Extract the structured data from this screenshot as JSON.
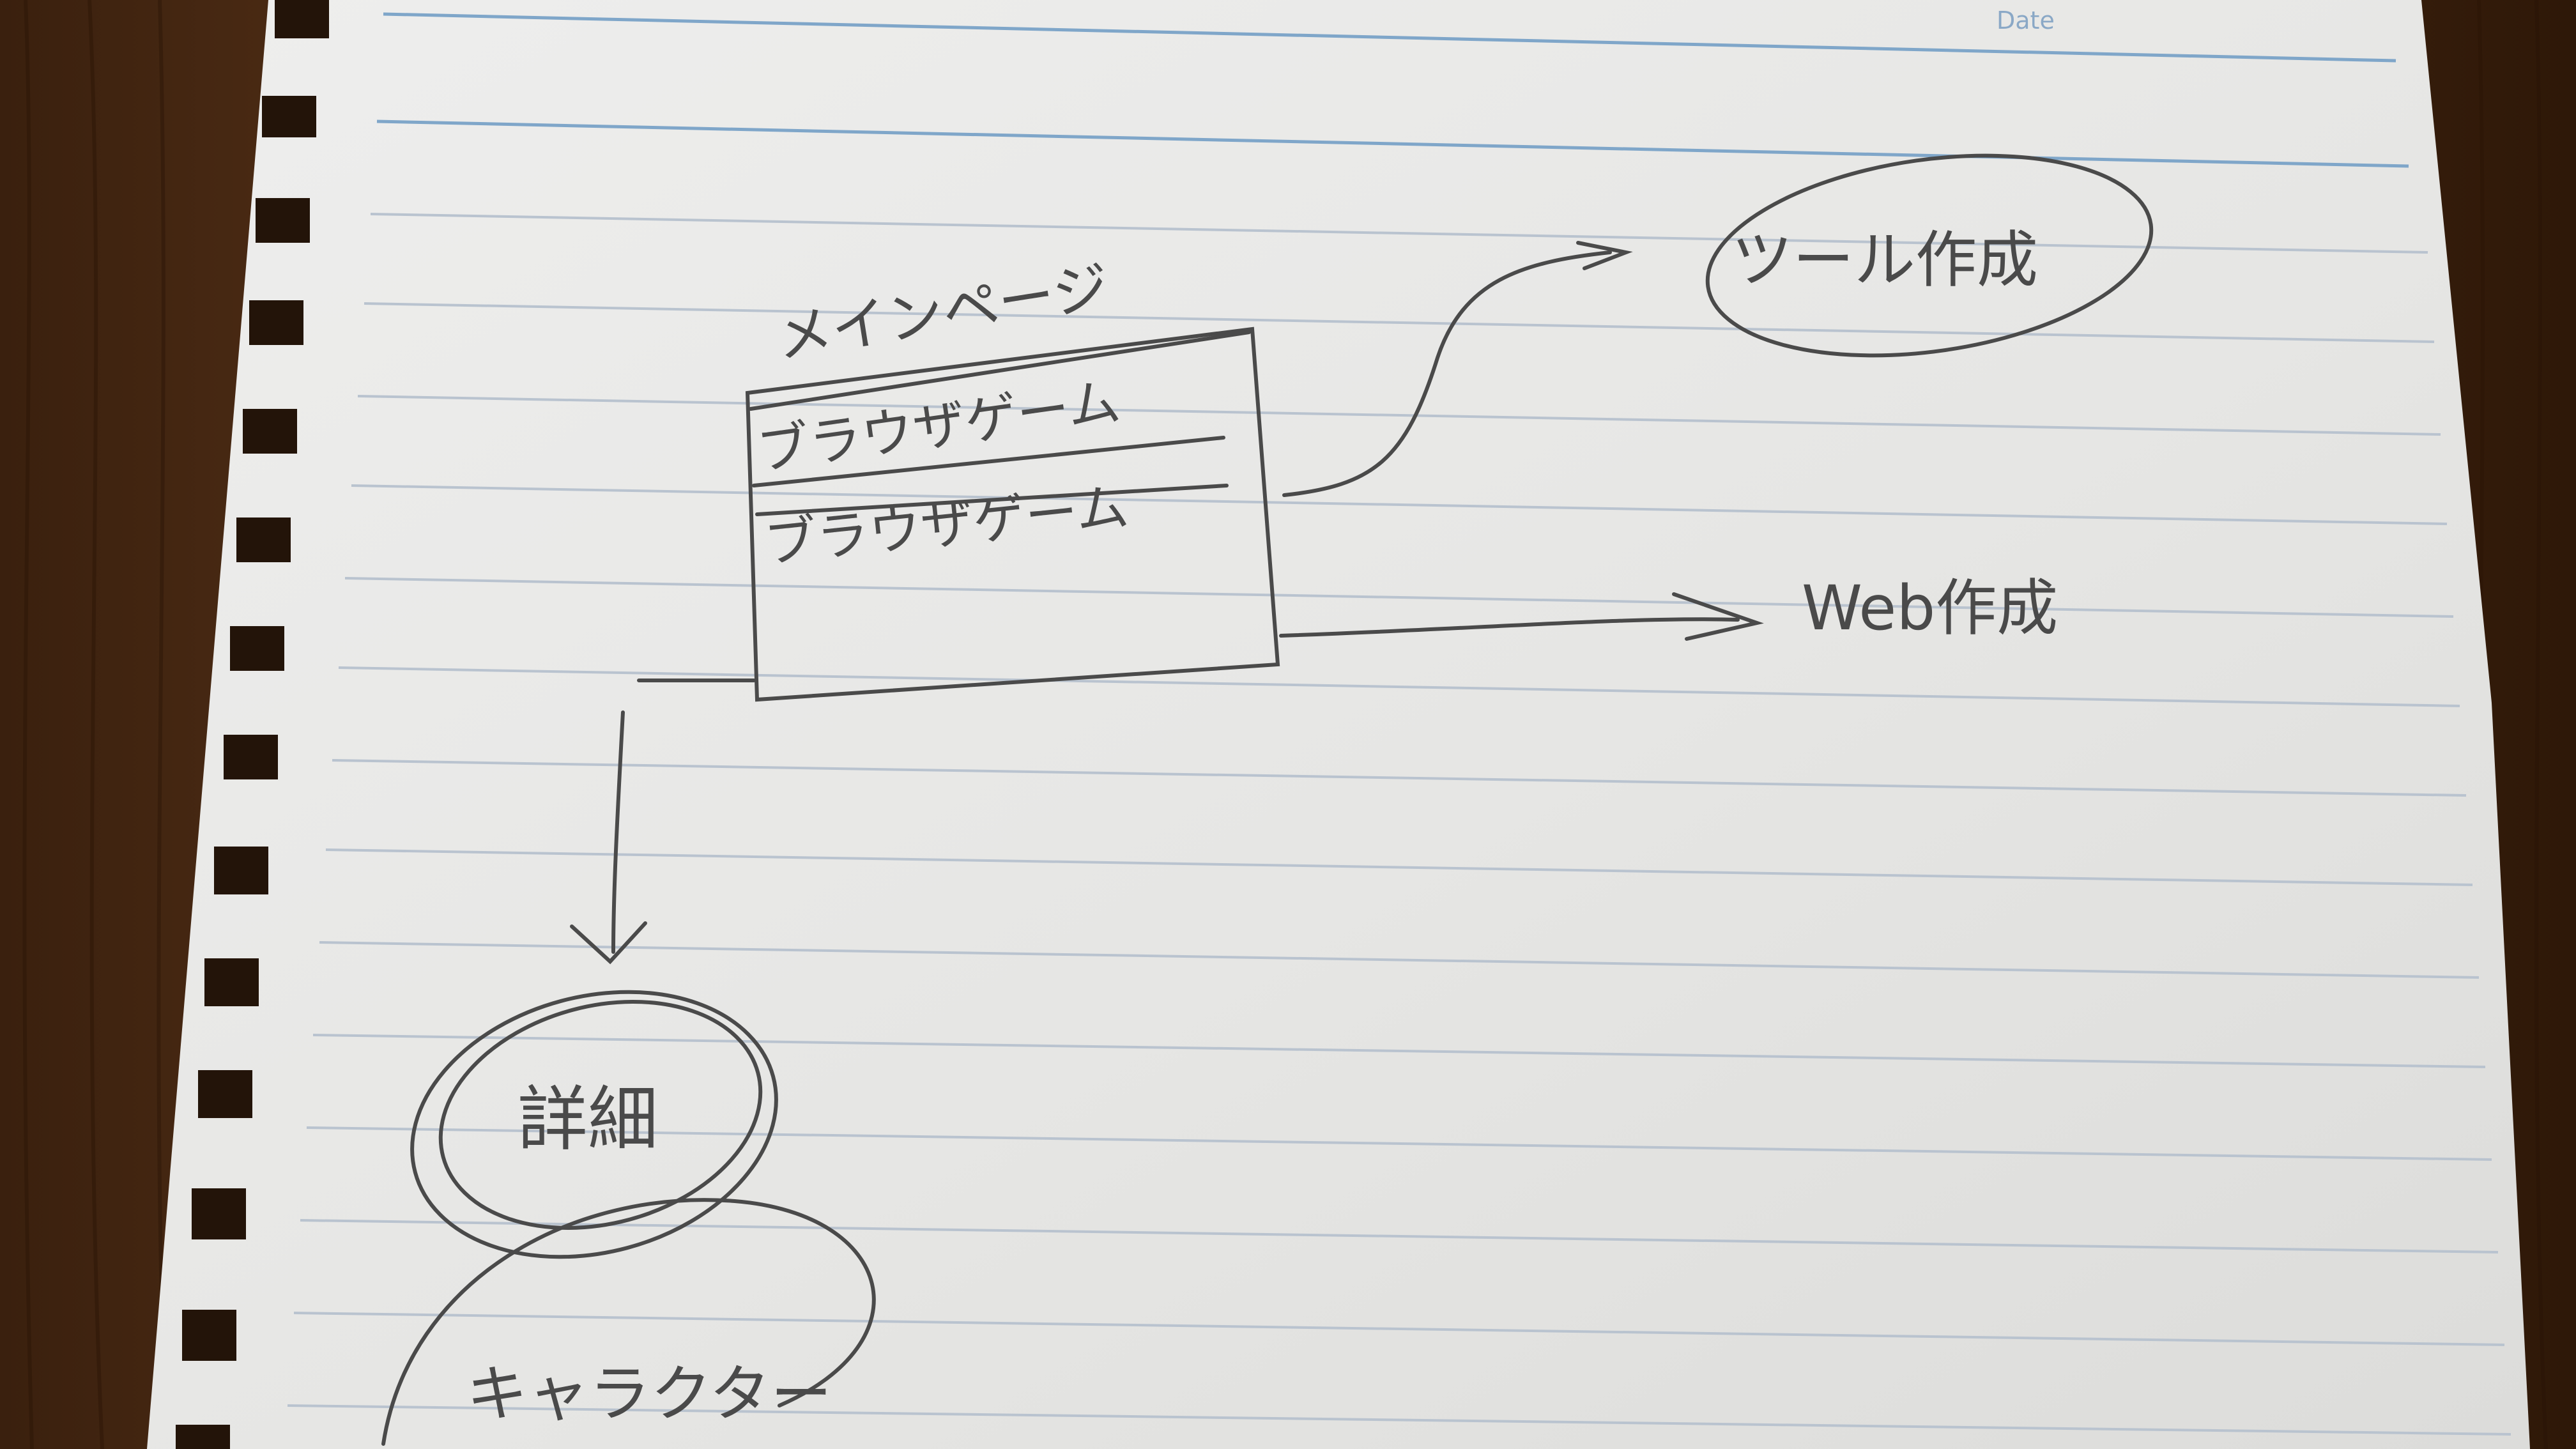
{
  "photo": {
    "subject": "",
    "paper_header": {
      "date_label": "Date"
    }
  },
  "sketch": {
    "main_box": {
      "title": "メインページ",
      "rows": [
        "ブラウザゲーム",
        "ブラウザゲーム"
      ]
    },
    "right_top_bubble": "ツール作成",
    "right_middle_note": "Web作成",
    "bottom_bubble_1": "詳細",
    "bottom_bubble_2": "キャラクター"
  },
  "colors": {
    "desk": "#5a3418",
    "paper": "#e9e9e7",
    "ruling": "#b9c3cf",
    "header_ruling": "#7fa6c9",
    "pencil": "#4a4a4a",
    "binding_hole": "#231409"
  }
}
